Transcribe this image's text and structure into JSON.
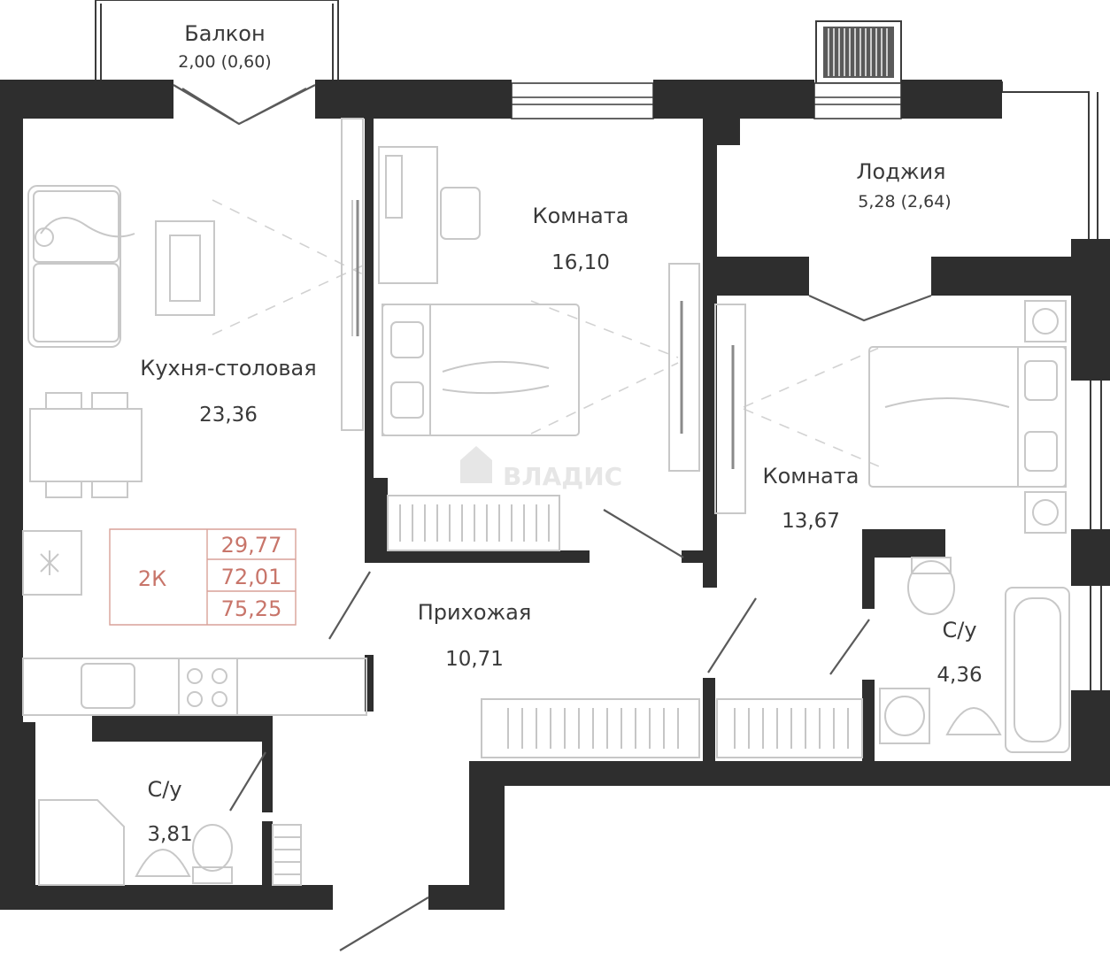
{
  "rooms": {
    "balcony": {
      "name": "Балкон",
      "area": "2,00 (0,60)"
    },
    "loggia": {
      "name": "Лоджия",
      "area": "5,28  (2,64)"
    },
    "room1": {
      "name": "Комната",
      "area": "16,10"
    },
    "kitchen": {
      "name": "Кухня-столовая",
      "area": "23,36"
    },
    "room2": {
      "name": "Комната",
      "area": "13,67"
    },
    "hall": {
      "name": "Прихожая",
      "area": "10,71"
    },
    "bath1": {
      "name": "С/у",
      "area": "4,36"
    },
    "bath2": {
      "name": "С/у",
      "area": "3,81"
    }
  },
  "summary": {
    "type": "2К",
    "living_area": "29,77",
    "total_area": "72,01",
    "total_with_balcony": "75,25"
  },
  "watermark": "ВЛАДИС",
  "colors": {
    "wall": "#2e2e2e",
    "summary": "#c8756a"
  }
}
